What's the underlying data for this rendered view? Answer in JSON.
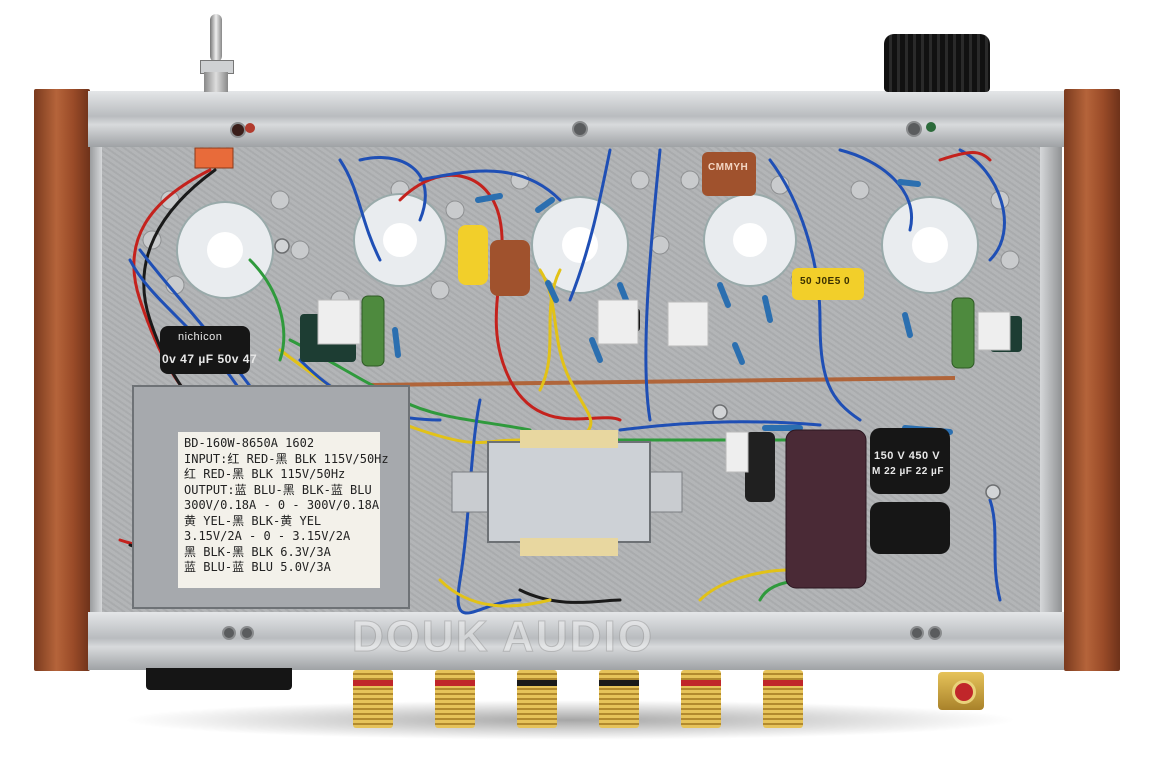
{
  "transformer_label": {
    "lines": [
      "BD-160W-8650A    1602",
      "INPUT:红 RED-黑 BLK   115V/50Hz",
      "      红 RED-黑 BLK   115V/50Hz",
      "OUTPUT:蓝 BLU-黑 BLK-蓝 BLU",
      "300V/0.18A - 0 - 300V/0.18A",
      "黄 YEL-黑 BLK-黄 YEL",
      "3.15V/2A - 0 - 3.15V/2A",
      "黑 BLK-黑 BLK    6.3V/3A",
      "蓝 BLU-蓝 BLU    5.0V/3A"
    ]
  },
  "capacitor_left": {
    "text": "0v 47 µF  50v 47"
  },
  "capacitor_left_brand": {
    "text": "nichicon"
  },
  "capacitor_film": {
    "text": "CMMYH"
  },
  "capacitor_yellow": {
    "text": "50 J0E5 0"
  },
  "capacitor_right": {
    "text": "150 V  450 V"
  },
  "capacitor_right2": {
    "text": "M 22 µF  22 µF"
  },
  "watermark": {
    "text": "DOUK AUDIO"
  },
  "colors": {
    "chassis": "#aeb0b2",
    "wood": "#9a4b28",
    "wire_blue": "#1f4fb5",
    "wire_red": "#c4221d",
    "wire_yellow": "#e2c217",
    "wire_green": "#2f9a3c",
    "binding_post_red": "#c0262a",
    "gold": "#d7b24f"
  }
}
